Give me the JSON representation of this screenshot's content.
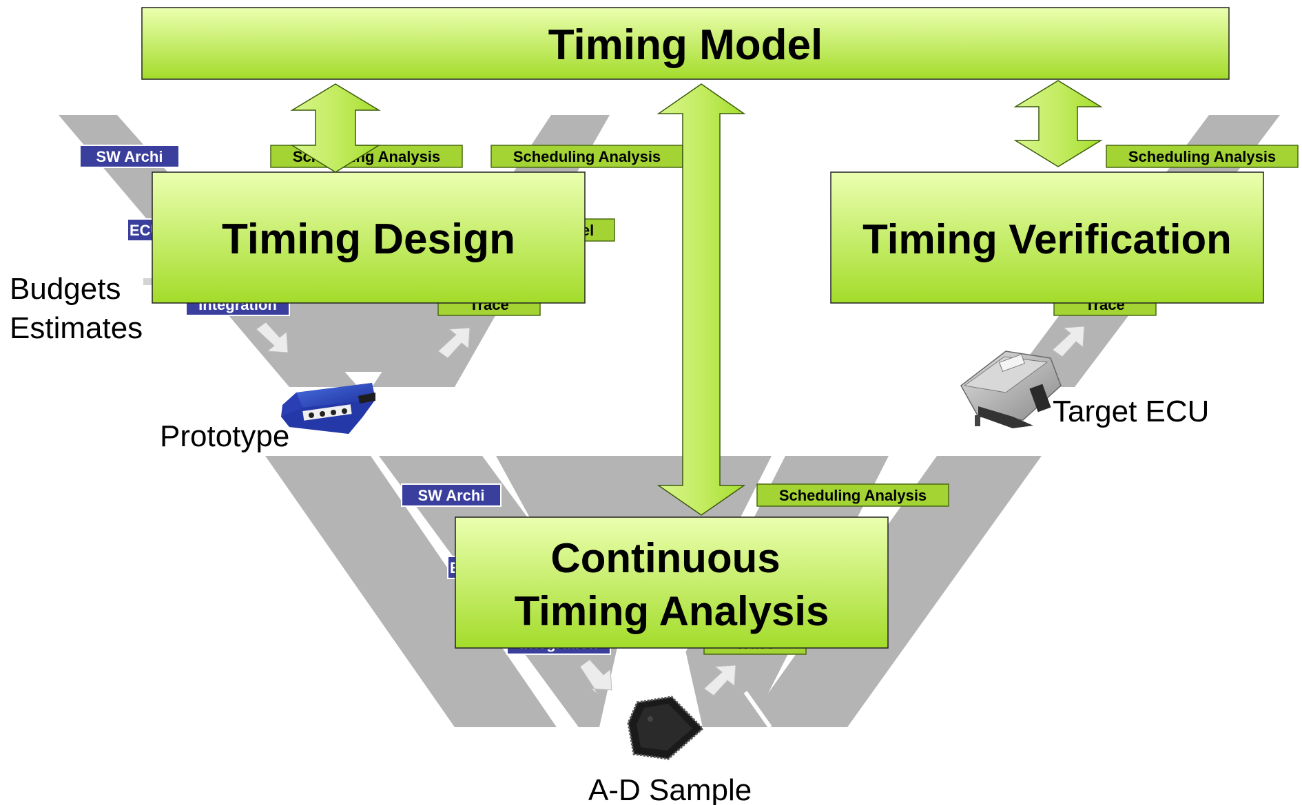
{
  "colors": {
    "band_gray": "#b4b4b4",
    "box_green_top": "#e8ffa8",
    "box_green_bottom": "#a6de2e",
    "tag_green": "#a4d433",
    "tag_blue": "#3a3f9e",
    "arrow_green_top": "#e6fca0",
    "arrow_green_bottom": "#97d61d",
    "ghost_arrow": "#e9e9e9",
    "text_dark": "#000000",
    "text_light": "#ffffff"
  },
  "boxes": {
    "timing_model": "Timing Model",
    "timing_design": "Timing Design",
    "timing_verification": "Timing Verification",
    "continuous_line1": "Continuous",
    "continuous_line2": "Timing Analysis"
  },
  "tags": {
    "sw_archi": "SW Archi",
    "scheduling_analysis": "Scheduling Analysis",
    "ecu_partial": "ECU",
    "model_partial": "lel",
    "integration": "Integration",
    "trace": "Trace",
    "continuous_partial": "E"
  },
  "labels": {
    "budgets": "Budgets",
    "estimates": "Estimates",
    "prototype": "Prototype",
    "target_ecu": "Target ECU",
    "ad_sample": "A-D Sample"
  },
  "icons": {
    "prototype": "prototype-device-icon",
    "target_ecu": "ecu-module-icon",
    "ad_sample": "microchip-icon"
  }
}
